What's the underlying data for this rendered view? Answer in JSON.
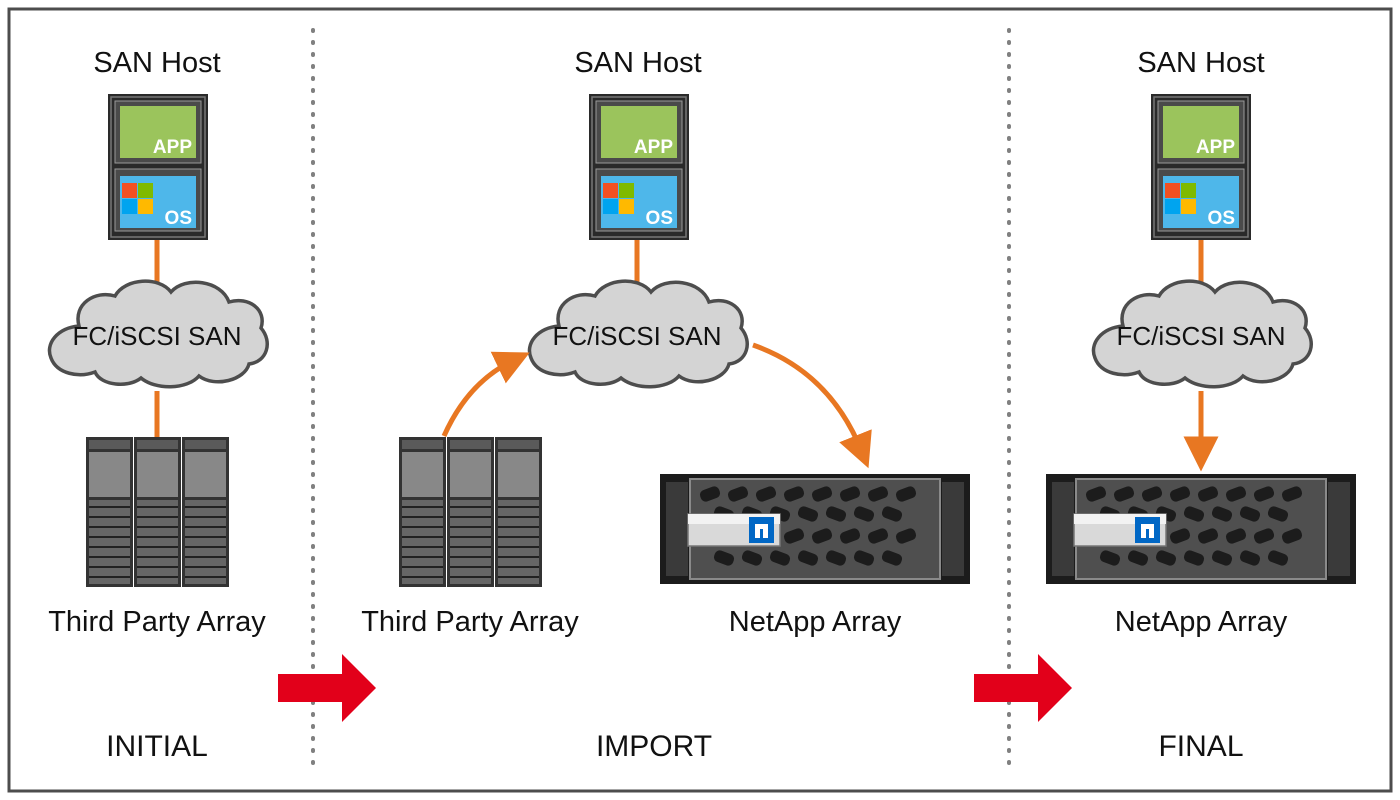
{
  "diagram": {
    "title": "",
    "colors": {
      "frame": "#4d4d4d",
      "divider": "#808080",
      "link": "#e87722",
      "stage_arrow": "#e2001a",
      "cloud_fill": "#d4d4d4",
      "cloud_stroke": "#4d4d4d",
      "app_panel": "#9bc45c",
      "os_panel": "#4eb7ea",
      "netapp_logo": "#0067c5"
    },
    "panels": [
      {
        "stage": "INITIAL",
        "host_label": "SAN Host",
        "app_badge": "APP",
        "os_badge": "OS",
        "network_label": "FC/iSCSI SAN",
        "third_party_label": "Third Party Array",
        "netapp_label": ""
      },
      {
        "stage": "IMPORT",
        "host_label": "SAN Host",
        "app_badge": "APP",
        "os_badge": "OS",
        "network_label": "FC/iSCSI SAN",
        "third_party_label": "Third Party Array",
        "netapp_label": "NetApp Array"
      },
      {
        "stage": "FINAL",
        "host_label": "SAN Host",
        "app_badge": "APP",
        "os_badge": "OS",
        "network_label": "FC/iSCSI SAN",
        "third_party_label": "",
        "netapp_label": "NetApp Array"
      }
    ],
    "icons": [
      "server-host-icon",
      "os-logo-icon",
      "cloud-icon",
      "disk-array-icon",
      "netapp-logo-icon",
      "stage-arrow-icon"
    ]
  }
}
